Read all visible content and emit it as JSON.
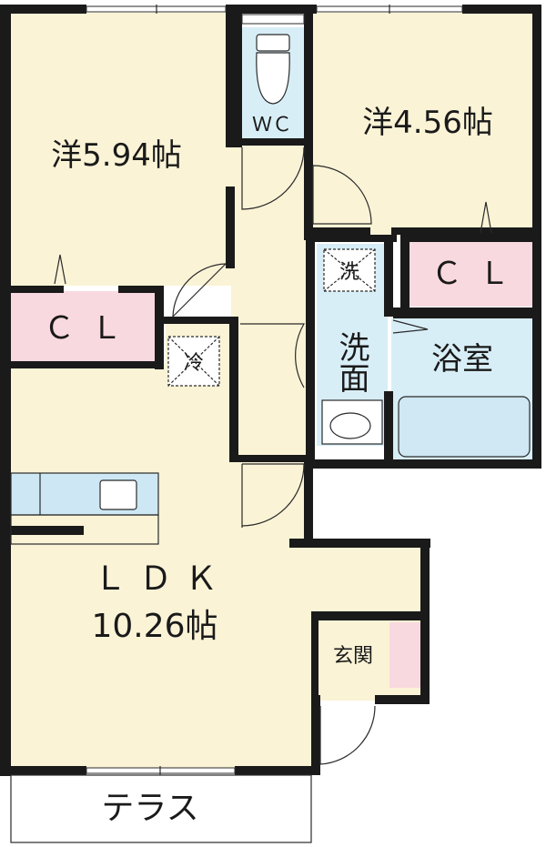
{
  "colors": {
    "floor": "#faf3d6",
    "closet": "#f9d9e0",
    "wet_area": "#d8eef7",
    "wall": "#1a1a1a",
    "counter": "#cde8f4"
  },
  "rooms": {
    "western_room_1": "洋5.94帖",
    "western_room_2": "洋4.56帖",
    "ldk_title": "ＬＤＫ",
    "ldk_size": "10.26帖",
    "toilet": "ＷＣ",
    "washroom": "洗面",
    "bathroom": "浴室",
    "entrance": "玄関",
    "terrace": "テラス"
  },
  "closets": {
    "left": "ＣＬ",
    "right": "ＣＬ"
  },
  "fixtures": {
    "washer": "洗",
    "fridge": "冷"
  }
}
